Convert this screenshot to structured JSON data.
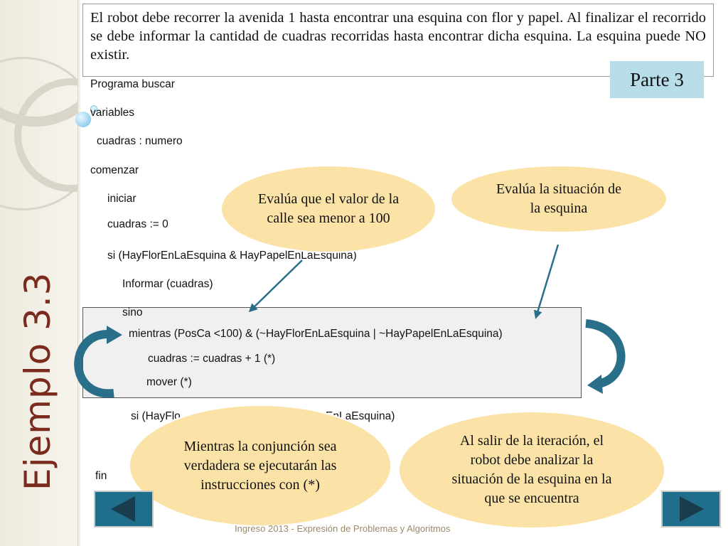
{
  "side_title": "Ejemplo 3.3",
  "problem_text": "El robot debe recorrer la avenida 1 hasta encontrar una esquina con flor y papel. Al finalizar el recorrido se debe informar la cantidad de cuadras recorridas hasta encontrar dicha esquina.  La esquina puede NO existir.",
  "badge": "Parte 3",
  "code": {
    "line1": "Programa buscar",
    "line2": "variables",
    "line3": "cuadras : numero",
    "line4": "comenzar",
    "line5": "iniciar",
    "line6": "cuadras := 0",
    "line7": "si (HayFlorEnLaEsquina & HayPapelEnLaEsquina)",
    "line8": "Informar (cuadras)",
    "line9": "sino",
    "line10": "mientras (PosCa <100)  &      (~HayFlorEnLaEsquina | ~HayPapelEnLaEsquina)",
    "line11": "cuadras := cuadras + 1 (*)",
    "line12": "mover  (*)",
    "line13_start": "si (HayFlo",
    "line13_end": "EnLaEsquina)",
    "line14": "fin"
  },
  "bubbles": {
    "calle": "Evalúa que el valor de la calle sea menor a 100",
    "situacion": "Evalúa la situación de la esquina",
    "conjuncion": "Mientras la conjunción sea verdadera se ejecutarán las instrucciones con (*)",
    "salir": "Al salir de la iteración, el robot debe analizar la situación de la esquina en la que se encuentra"
  },
  "footer": "Ingreso 2013 - Expresión de Problemas y Algoritmos",
  "colors": {
    "title": "#7a2b1e",
    "badge_bg": "#b7dde8",
    "bubble": "#fbe3a8",
    "arrow": "#2a6f8a",
    "nav": "#1f6e8c"
  },
  "icons": [
    "prev-arrow-icon",
    "next-arrow-icon",
    "curved-arrow-icon"
  ]
}
